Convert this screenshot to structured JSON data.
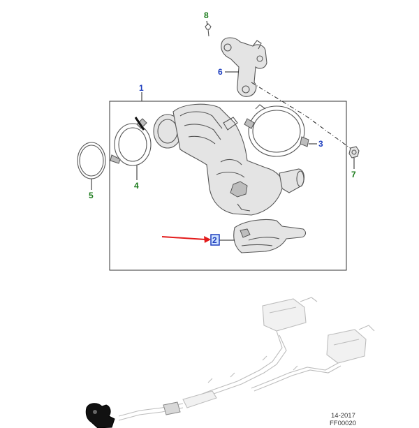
{
  "callouts": {
    "c1": "1",
    "c2": "2",
    "c3": "3",
    "c4": "4",
    "c5": "5",
    "c6": "6",
    "c7": "7",
    "c8": "8"
  },
  "footer": {
    "date_code": "14-2017",
    "figure_code": "FF00020"
  },
  "colors": {
    "callout_blue": "#1f3fbf",
    "callout_green": "#1a7a1a",
    "pointer_arrow": "#e31b1b",
    "highlight_box": "#1f3fbf"
  }
}
